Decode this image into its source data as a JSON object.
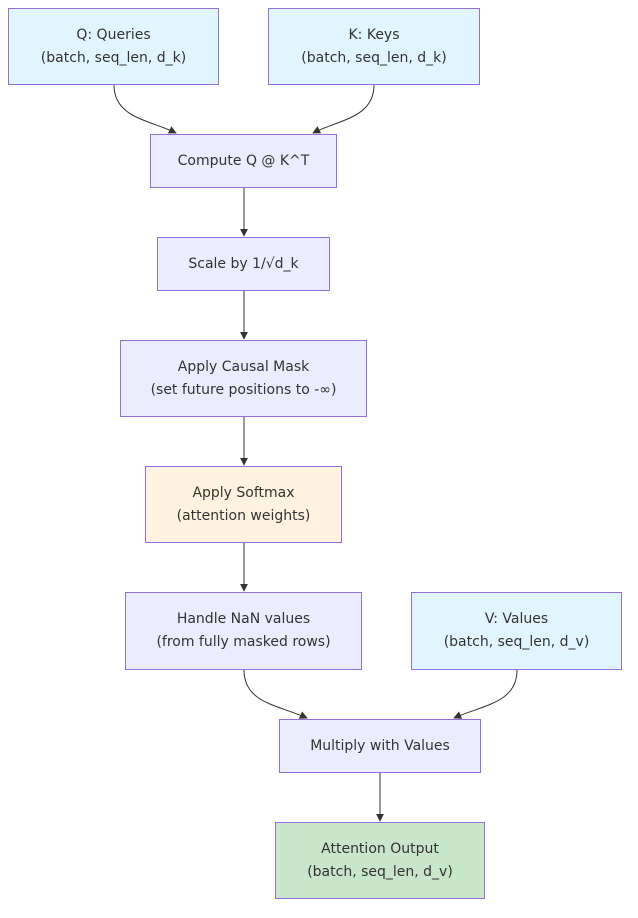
{
  "nodes": {
    "queries": {
      "line1": "Q: Queries",
      "line2": "(batch, seq_len, d_k)"
    },
    "keys": {
      "line1": "K: Keys",
      "line2": "(batch, seq_len, d_k)"
    },
    "compute": {
      "line1": "Compute Q @ K^T"
    },
    "scale": {
      "line1": "Scale by 1/√d_k"
    },
    "mask": {
      "line1": "Apply Causal Mask",
      "line2": "(set future positions to -∞)"
    },
    "softmax": {
      "line1": "Apply Softmax",
      "line2": "(attention weights)"
    },
    "nan": {
      "line1": "Handle NaN values",
      "line2": "(from fully masked rows)"
    },
    "values": {
      "line1": "V: Values",
      "line2": "(batch, seq_len, d_v)"
    },
    "multiply": {
      "line1": "Multiply with Values"
    },
    "output": {
      "line1": "Attention Output",
      "line2": "(batch, seq_len, d_v)"
    }
  },
  "colors": {
    "input_fill": "#e1f5fe",
    "operation_fill": "#ececff",
    "softmax_fill": "#fff3e0",
    "output_fill": "#c8e6c9",
    "node_border": "#9370db",
    "edge": "#333333",
    "text": "#333333"
  },
  "edges": [
    {
      "from": "queries",
      "to": "compute"
    },
    {
      "from": "keys",
      "to": "compute"
    },
    {
      "from": "compute",
      "to": "scale"
    },
    {
      "from": "scale",
      "to": "mask"
    },
    {
      "from": "mask",
      "to": "softmax"
    },
    {
      "from": "softmax",
      "to": "nan"
    },
    {
      "from": "nan",
      "to": "multiply"
    },
    {
      "from": "values",
      "to": "multiply"
    },
    {
      "from": "multiply",
      "to": "output"
    }
  ]
}
